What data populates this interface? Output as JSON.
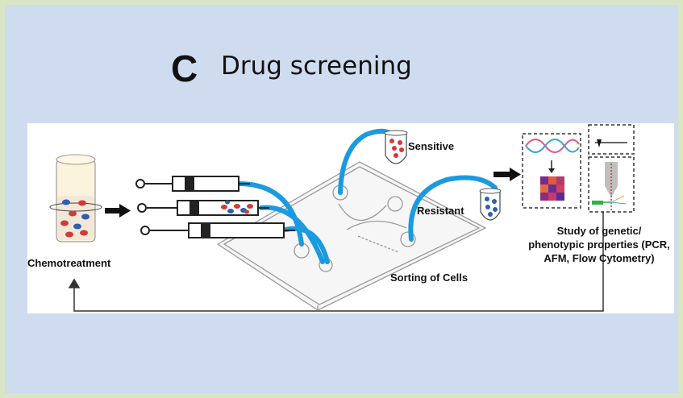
{
  "panel": {
    "letter": "C",
    "title": "Drug screening"
  },
  "labels": {
    "chemotreatment": "Chemotreatment",
    "sensitive": "Sensitive",
    "resistant": "Resistant",
    "sorting": "Sorting of Cells",
    "study_line1": "Study of genetic/",
    "study_line2": "phenotypic properties (PCR,",
    "study_line3": "AFM, Flow Cytometry)"
  },
  "colors": {
    "background": "#cfdbef",
    "tubing": "#1a9ae0",
    "red_cell": "#d23a3a",
    "blue_cell": "#2d5fb0",
    "arrow": "#111111"
  },
  "icons": [
    "test-tube-icon",
    "syringe-icon",
    "microfluidic-chip-icon",
    "collection-tube-icon",
    "dna-icon",
    "heatmap-icon",
    "afm-tip-icon",
    "flow-cytometer-icon"
  ]
}
